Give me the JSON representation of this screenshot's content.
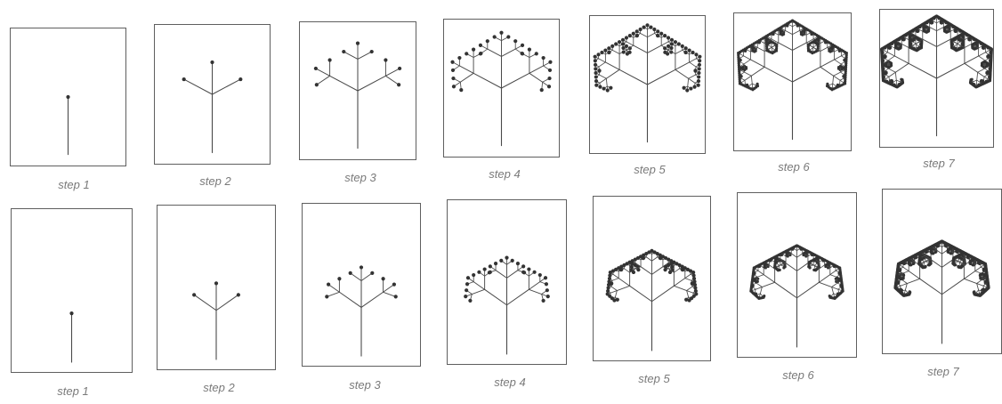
{
  "rows": [
    {
      "steps": [
        {
          "label": "step 1",
          "depth": 1
        },
        {
          "label": "step 2",
          "depth": 2
        },
        {
          "label": "step 3",
          "depth": 3
        },
        {
          "label": "step 4",
          "depth": 4
        },
        {
          "label": "step 5",
          "depth": 5
        },
        {
          "label": "step 6",
          "depth": 6
        },
        {
          "label": "step 7",
          "depth": 7
        }
      ]
    },
    {
      "steps": [
        {
          "label": "step 1",
          "depth": 1
        },
        {
          "label": "step 2",
          "depth": 2
        },
        {
          "label": "step 3",
          "depth": 3
        },
        {
          "label": "step 4",
          "depth": 4
        },
        {
          "label": "step 5",
          "depth": 5
        },
        {
          "label": "step 6",
          "depth": 6
        },
        {
          "label": "step 7",
          "depth": 7
        }
      ]
    }
  ],
  "colors": {
    "line": "#4a4a4a",
    "node": "#333333",
    "frame": "#5f5f5f",
    "caption": "#7a7a7a"
  }
}
